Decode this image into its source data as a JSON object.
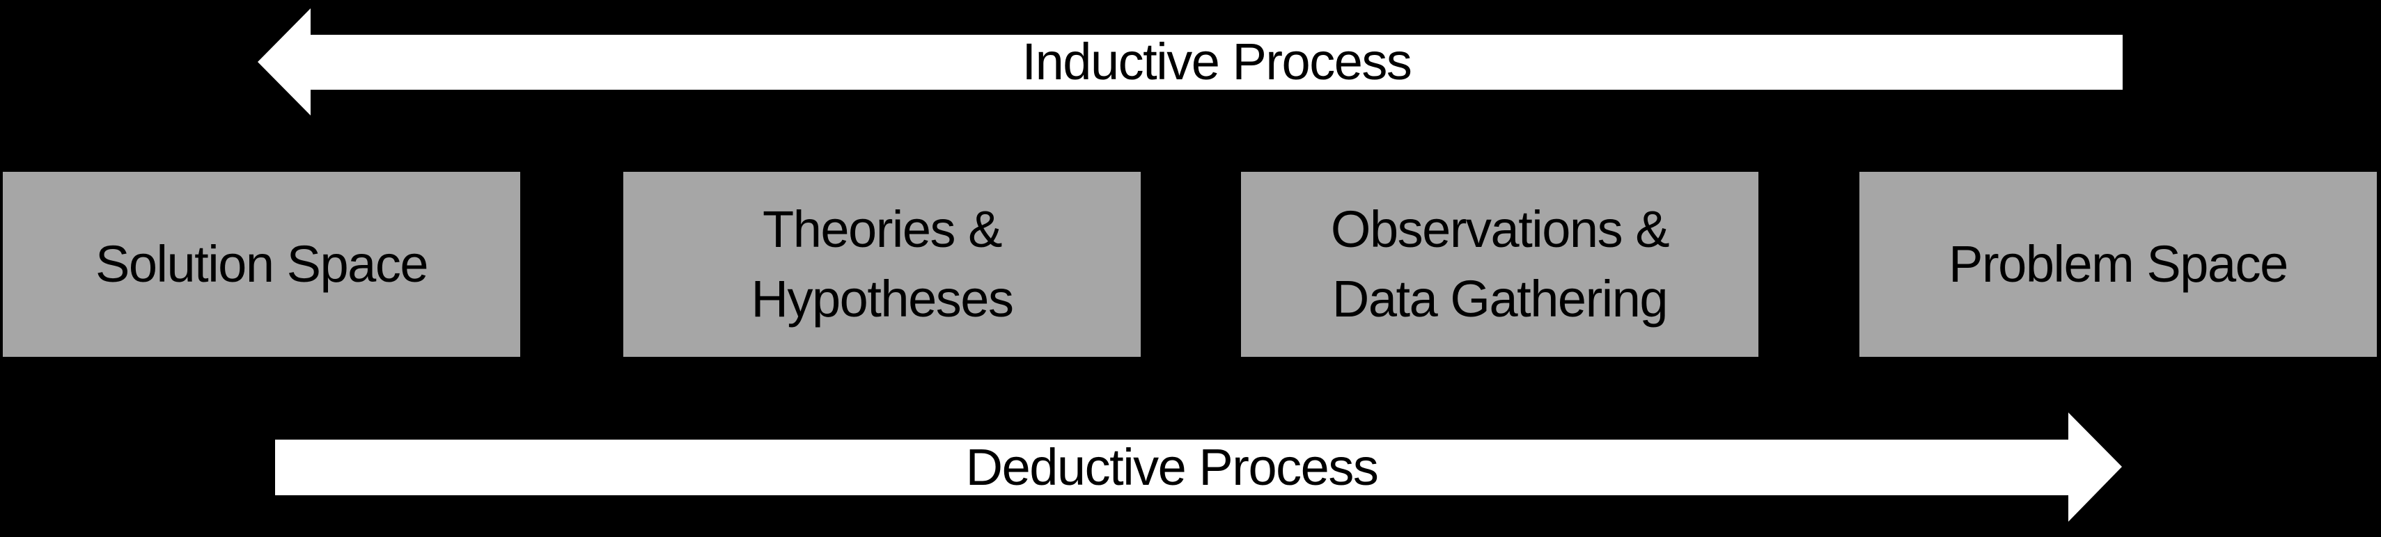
{
  "diagram": {
    "top_arrow": {
      "label": "Inductive Process",
      "direction": "left"
    },
    "bottom_arrow": {
      "label": "Deductive Process",
      "direction": "right"
    },
    "boxes": [
      {
        "label": "Solution Space"
      },
      {
        "label": "Theories &\nHypotheses"
      },
      {
        "label": "Observations &\nData Gathering"
      },
      {
        "label": "Problem Space"
      }
    ],
    "colors": {
      "background": "#000000",
      "box_fill": "#a6a6a6",
      "arrow_fill": "#ffffff",
      "text": "#000000"
    }
  }
}
